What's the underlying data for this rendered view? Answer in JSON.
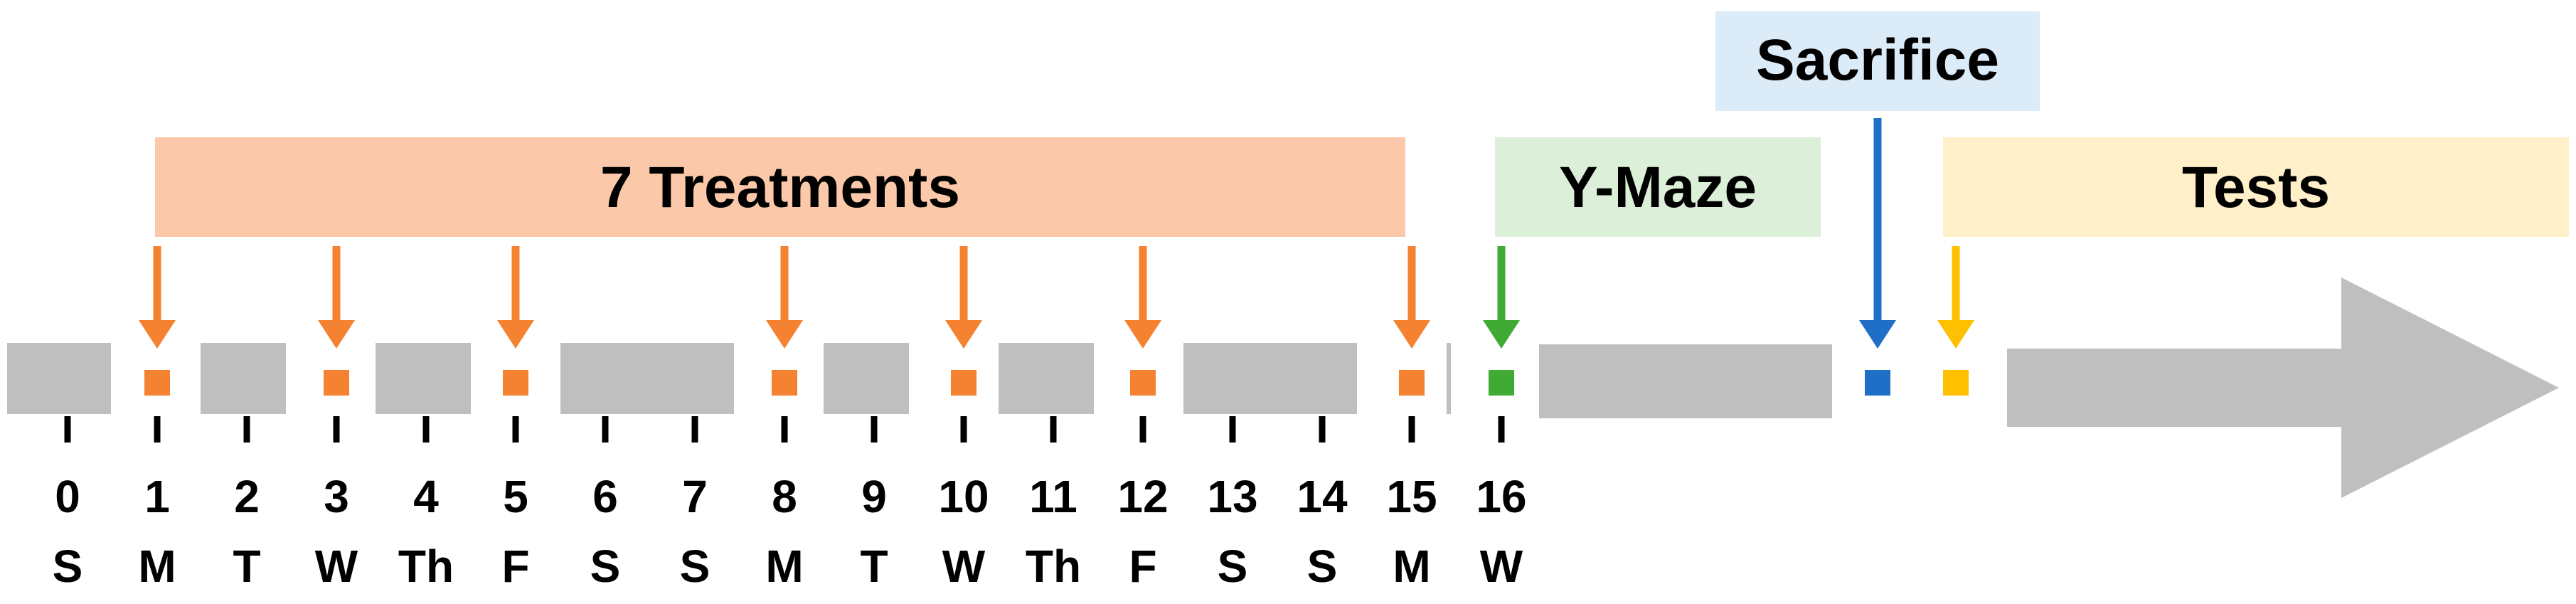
{
  "labels": {
    "treatments": "7 Treatments",
    "ymaze": "Y-Maze",
    "sacrifice": "Sacrifice",
    "tests": "Tests"
  },
  "days": [
    {
      "num": "0",
      "dow": "S"
    },
    {
      "num": "1",
      "dow": "M"
    },
    {
      "num": "2",
      "dow": "T"
    },
    {
      "num": "3",
      "dow": "W"
    },
    {
      "num": "4",
      "dow": "Th"
    },
    {
      "num": "5",
      "dow": "F"
    },
    {
      "num": "6",
      "dow": "S"
    },
    {
      "num": "7",
      "dow": "S"
    },
    {
      "num": "8",
      "dow": "M"
    },
    {
      "num": "9",
      "dow": "T"
    },
    {
      "num": "10",
      "dow": "W"
    },
    {
      "num": "11",
      "dow": "Th"
    },
    {
      "num": "12",
      "dow": "F"
    },
    {
      "num": "13",
      "dow": "S"
    },
    {
      "num": "14",
      "dow": "S"
    },
    {
      "num": "15",
      "dow": "M"
    },
    {
      "num": "16",
      "dow": "W"
    }
  ],
  "treatment_days": [
    "1",
    "3",
    "5",
    "8",
    "10",
    "12",
    "15"
  ],
  "ymaze_day": "16",
  "colors": {
    "timeline_gray": "#bfbfbf",
    "tick": "#000000",
    "treatment_orange": "#f58231",
    "treatment_band": "#fbc9a9",
    "ymaze_green": "#3fab35",
    "ymaze_band": "#dcefd8",
    "sacrifice_blue": "#1f6fc6",
    "sacrifice_band": "#dcebf8",
    "tests_yellow": "#ffc000",
    "tests_band": "#fff0c9"
  }
}
